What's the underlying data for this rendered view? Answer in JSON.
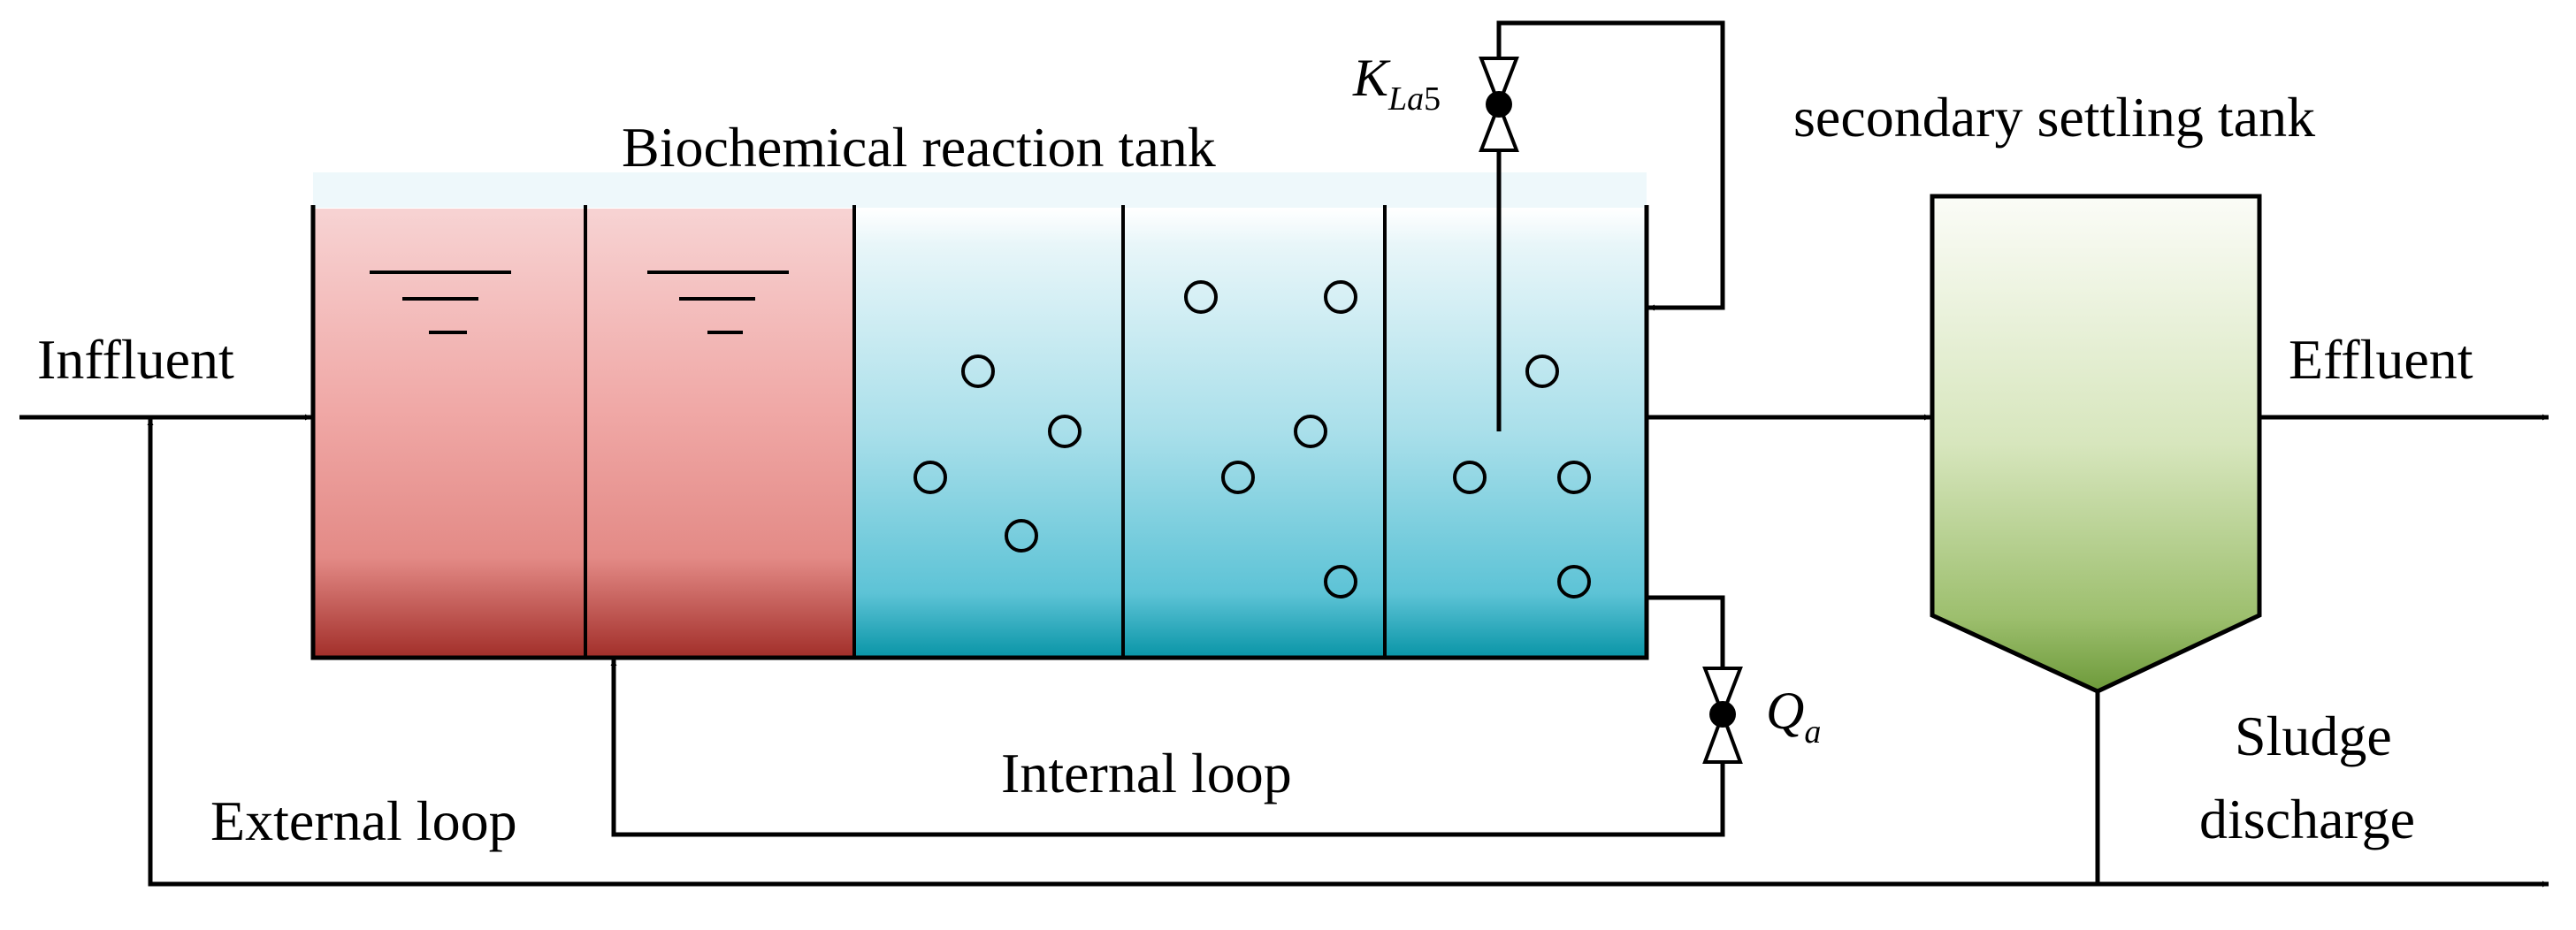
{
  "labels": {
    "reactor_title": "Biochemical reaction tank",
    "settler_title": "secondary settling tank",
    "influent": "Inffluent",
    "effluent": "Effluent",
    "external_loop": "External loop",
    "internal_loop": "Internal loop",
    "sludge_line1": "Sludge",
    "sludge_line2": "discharge"
  },
  "symbols": {
    "kla_main": "K",
    "kla_sub": "La",
    "kla_num": "5",
    "qa_main": "Q",
    "qa_sub": "a"
  },
  "colors": {
    "anoxic_top": "#f7d3d3",
    "anoxic_bottom": "#a3302b",
    "aerobic_top": "#e8f6f9",
    "aerobic_bottom": "#0b96a8",
    "settler_top": "#fbfcf7",
    "settler_bottom": "#6d9a3a",
    "line": "#000000"
  }
}
